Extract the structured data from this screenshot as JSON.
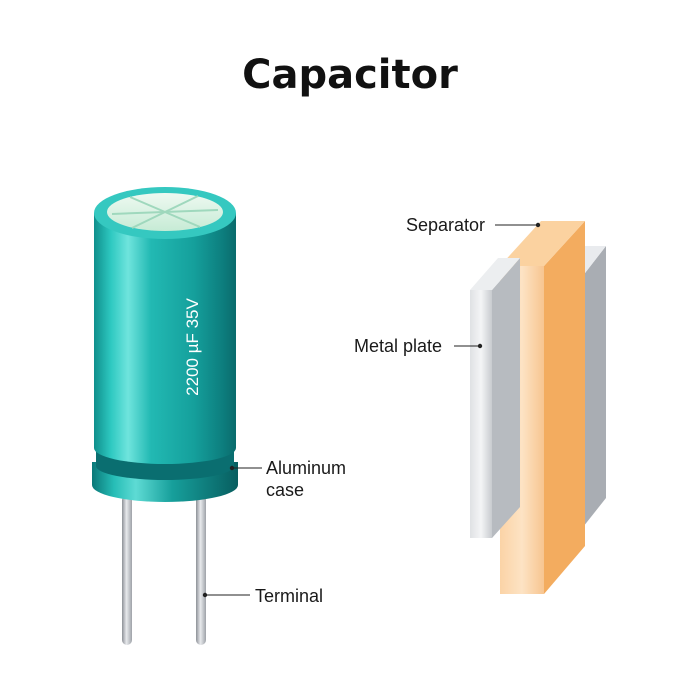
{
  "title": "Capacitor",
  "capacitor_marking": "2200 µF 35V",
  "labels": {
    "aluminum_case_line1": "Aluminum",
    "aluminum_case_line2": "case",
    "terminal": "Terminal",
    "separator": "Separator",
    "metal_plate": "Metal plate"
  },
  "colors": {
    "case_teal": "#1fb5b0",
    "case_top": "#d9f2e4",
    "separator_orange": "#f6b978",
    "plate_gray": "#c9ccd1",
    "text": "#1a1a1a"
  }
}
